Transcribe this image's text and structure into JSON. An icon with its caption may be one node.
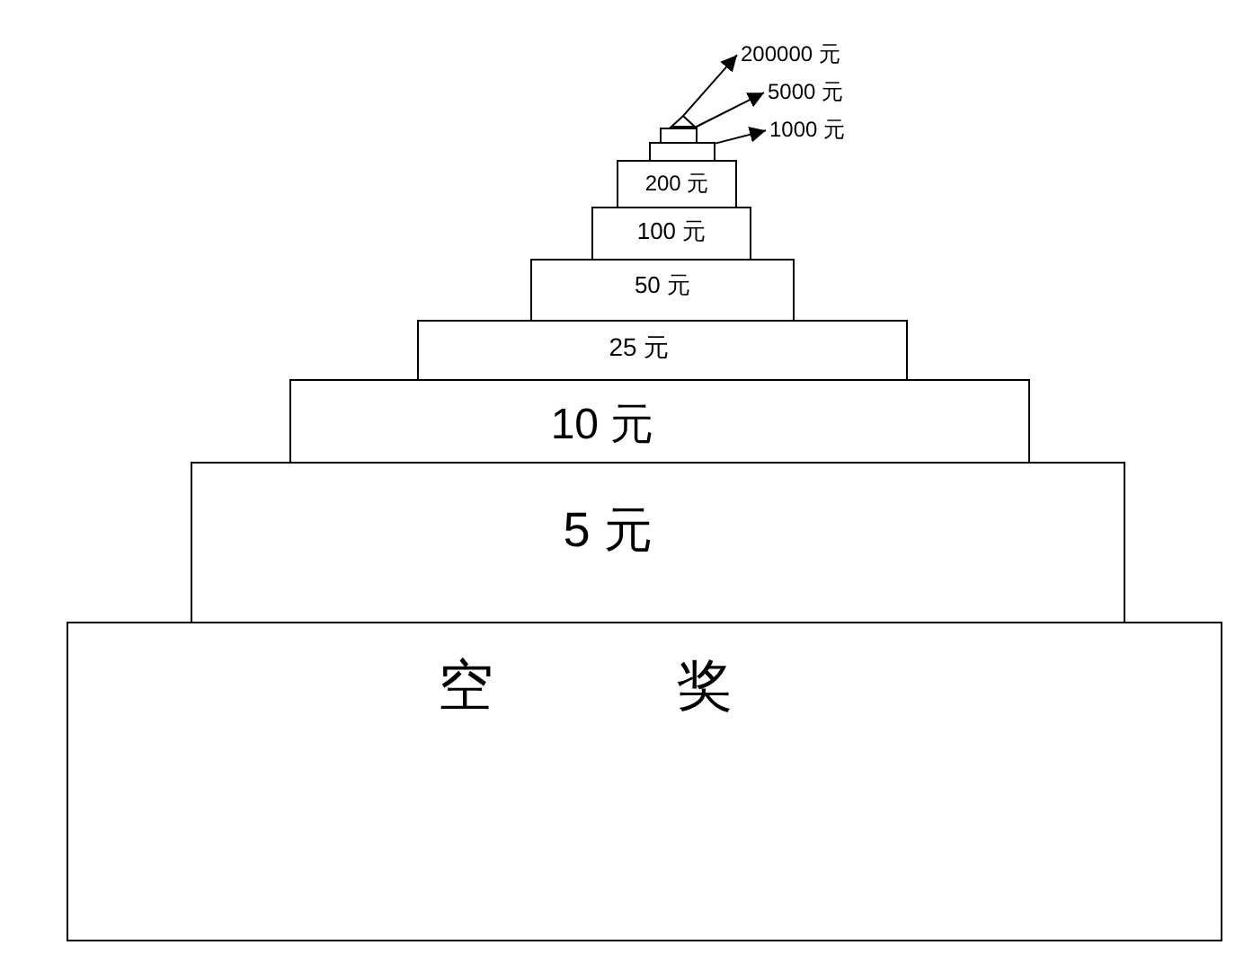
{
  "diagram": {
    "nodes": [
      {
        "text": [
          "200000 元"
        ]
      },
      {
        "text": [
          "5000 元"
        ]
      },
      {
        "text": [
          "1000 元"
        ]
      },
      {
        "text": [],
        "shape": "triangle"
      },
      {
        "text": [],
        "shape": "box"
      },
      {
        "text": [],
        "shape": "box"
      },
      {
        "text": [
          "200 元"
        ]
      },
      {
        "text": [
          "100 元"
        ]
      },
      {
        "text": [
          "50 元"
        ]
      },
      {
        "text": [
          "25 元"
        ]
      },
      {
        "text": [
          "10 元"
        ]
      },
      {
        "text": [
          "5 元"
        ]
      },
      {
        "text": [
          "空 奖"
        ]
      }
    ],
    "edges": [
      {
        "from": 3,
        "to": 0,
        "arrow": "to"
      },
      {
        "from": 4,
        "to": 1,
        "arrow": "to"
      },
      {
        "from": 5,
        "to": 2,
        "arrow": "to"
      }
    ]
  }
}
